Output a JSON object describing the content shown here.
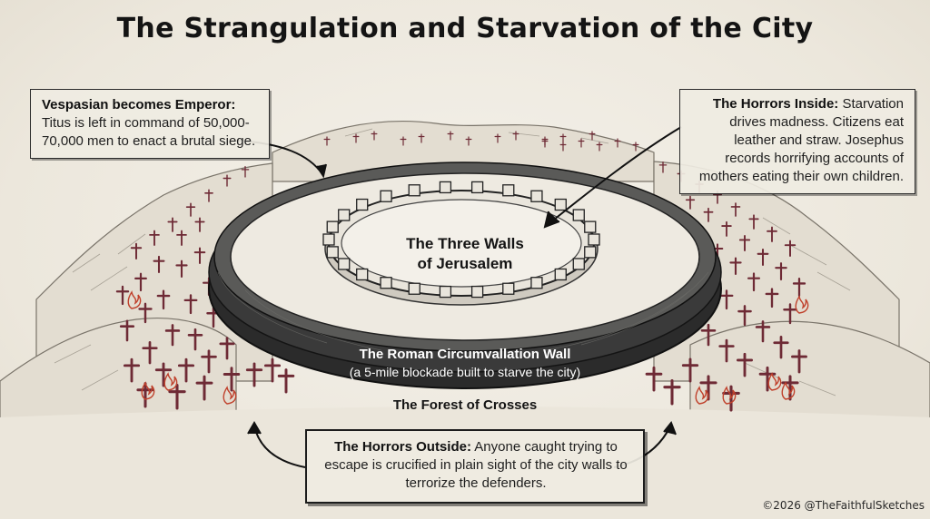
{
  "title": "The Strangulation and Starvation of the City",
  "notes": {
    "left": {
      "heading": "Vespasian becomes Emperor:",
      "body": "Titus is left in command of 50,000-70,000 men to enact a brutal siege."
    },
    "right": {
      "heading": "The Horrors Inside:",
      "body": "Starvation drives madness. Citizens eat leather and straw. Josephus records horrifying accounts of mothers eating their own children."
    },
    "bottom": {
      "heading": "The Horrors Outside:",
      "body": "Anyone caught trying to escape is crucified in plain sight of the city walls to terrorize the defenders."
    }
  },
  "labels": {
    "inner_walls_line1": "The Three Walls",
    "inner_walls_line2": "of Jerusalem",
    "circumvallation": "The Roman Circumvallation Wall",
    "circumvallation_sub": "(a 5-mile blockade built to starve the city)",
    "forest": "The Forest of Crosses"
  },
  "copyright": "©2026 @TheFaithfulSketches",
  "colors": {
    "background": "#efebe2",
    "ink": "#1c1c1c",
    "crosses": "#6e2a35",
    "flames": "#c0412c"
  },
  "icons": [
    "cross-icon",
    "flame-icon",
    "arrow-icon"
  ]
}
